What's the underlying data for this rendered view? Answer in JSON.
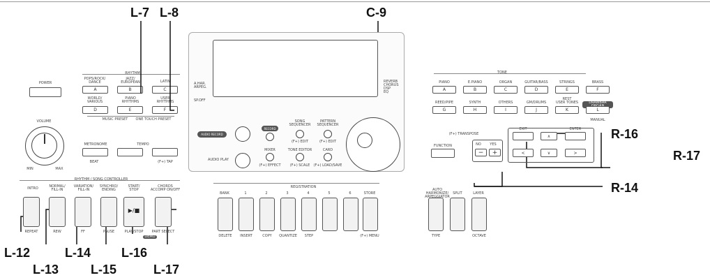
{
  "callouts": {
    "l7": "L-7",
    "l8": "L-8",
    "c9": "C-9",
    "r16": "R-16",
    "r17": "R-17",
    "r14": "R-14",
    "l12": "L-12",
    "l13": "L-13",
    "l14": "L-14",
    "l15": "L-15",
    "l16": "L-16",
    "l17": "L-17"
  },
  "left": {
    "power": "POWER",
    "volume": "VOLUME",
    "min": "MIN",
    "max": "MAX"
  },
  "rhythm": {
    "title": "RHYTHM",
    "groups": [
      "POPS/ROCK/\nDANCE",
      "JAZZ/\nEUROPEAN",
      "LATIN",
      "WORLD/\nVARIOUS",
      "PIANO\nRHYTHMS",
      "USER\nRHYTHMS"
    ],
    "keys": [
      "A",
      "B",
      "C",
      "D",
      "E",
      "F"
    ],
    "music_preset": "MUSIC PRESET",
    "one_touch_preset": "ONE TOUCH PRESET"
  },
  "metronome": {
    "label": "METRONOME",
    "beat": "BEAT",
    "tempo": "TEMPO",
    "tap": "(F+) TAP"
  },
  "display": {
    "left_labels": "A.HAR.\nARPEG.",
    "sp_off": "SP.OFF",
    "right_labels": "REVERB\nCHORUS\nDSP\nEQ"
  },
  "center": {
    "audio_record": "AUDIO RECORD",
    "record": "RECORD",
    "song_sequencer": "SONG\nSEQUENCER",
    "song_sub": "(F+) EDIT",
    "pattern_sequencer": "PATTERN\nSEQUENCER",
    "pattern_sub": "(F+) EDIT",
    "audio_play": "AUDIO PLAY",
    "mixer": "MIXER",
    "mixer_sub": "(F+) EFFECT",
    "tone_editor": "TONE EDITOR",
    "tone_sub": "(F+) SCALE",
    "card": "CARD",
    "card_sub": "(F+) LOAD/SAVE"
  },
  "controller": {
    "title": "RHYTHM / SONG CONTROLLER",
    "buttons": [
      "INTRO",
      "NORMAL/\nFILL-IN",
      "VARIATION/\nFILL-IN",
      "SYNCHRO/\nENDING",
      "START/\nSTOP",
      "CHORDS\nACCOMP ON/OFF"
    ],
    "subs": [
      "REPEAT",
      "REW",
      "FF",
      "PAUSE",
      "PLAY/STOP",
      "PART SELECT"
    ],
    "play_icon": "▶/■",
    "demo": "DEMO"
  },
  "registration": {
    "title": "REGISTRATION",
    "keys": [
      "BANK",
      "1",
      "2",
      "3",
      "4",
      "5",
      "6",
      "STORE"
    ],
    "subs": [
      "DELETE",
      "INSERT",
      "COPY",
      "QUANTIZE",
      "STEP",
      "",
      "",
      "(F+) MENU"
    ]
  },
  "tone": {
    "title": "TONE",
    "row1": [
      "PIANO",
      "E.PIANO",
      "ORGAN",
      "GUITAR/BASS",
      "STRINGS",
      "BRASS"
    ],
    "keys1": [
      "A",
      "B",
      "C",
      "D",
      "E",
      "F"
    ],
    "row2": [
      "REED/PIPE",
      "SYNTH",
      "OTHERS",
      "GM/DRUMS",
      "REST\nUSER TONES",
      "DRAWBAR ORGAN"
    ],
    "keys2": [
      "G",
      "H",
      "I",
      "J",
      "K",
      "L"
    ],
    "manual": "MANUAL"
  },
  "function": {
    "function": "FUNCTION",
    "transpose": "(F+) TRANSPOSE",
    "no": "NO",
    "yes": "YES",
    "minus": "−",
    "plus": "+",
    "exit": "EXIT",
    "enter": "ENTER",
    "up": "∧",
    "down": "∨",
    "left": "<",
    "right": ">"
  },
  "bottom_right": {
    "auto_harmonize": "AUTO HARMONIZE/\nARPEGGIATOR",
    "split": "SPLIT",
    "layer": "LAYER",
    "type": "TYPE",
    "octave": "OCTAVE"
  }
}
